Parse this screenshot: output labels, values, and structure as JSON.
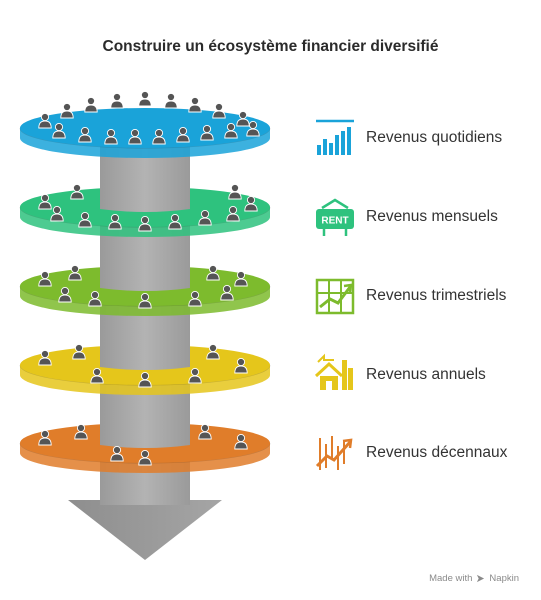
{
  "title": "Construire un écosystème financier diversifié",
  "tiers": [
    {
      "label": "Revenus quotidiens",
      "color": "#1aa3d9",
      "icon": "bar-chart-icon"
    },
    {
      "label": "Revenus mensuels",
      "color": "#2ec27e",
      "icon": "rent-sign-icon"
    },
    {
      "label": "Revenus trimestriels",
      "color": "#7dbb2d",
      "icon": "growth-chart-icon"
    },
    {
      "label": "Revenus annuels",
      "color": "#e5c61b",
      "icon": "house-growth-icon"
    },
    {
      "label": "Revenus décennaux",
      "color": "#e07d2a",
      "icon": "trend-up-icon"
    }
  ],
  "footer": {
    "made_with": "Made with",
    "brand": "Napkin"
  }
}
